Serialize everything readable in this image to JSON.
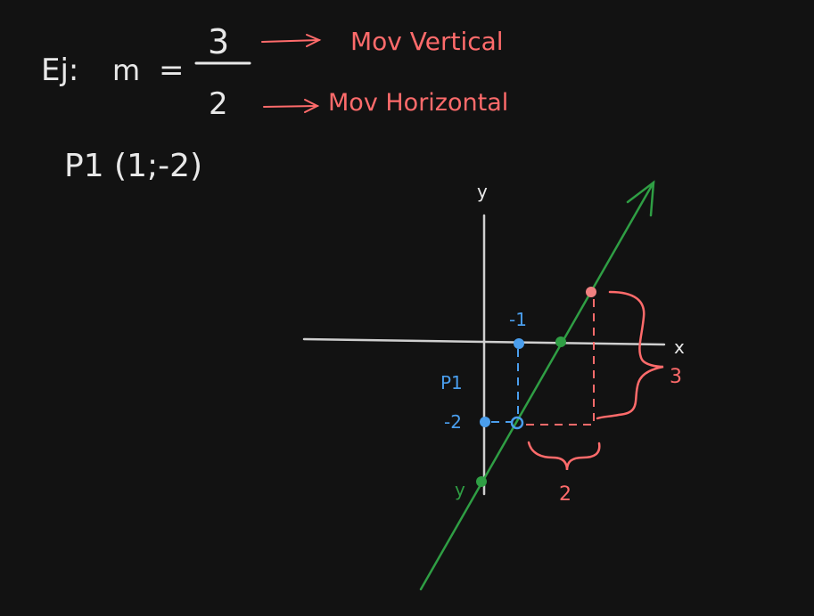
{
  "example": {
    "lead": "Ej:",
    "variable": "m",
    "equals": "=",
    "numerator": "3",
    "denominator": "2",
    "numerator_note": "Mov Vertical",
    "denominator_note": "Mov Horizontal",
    "point_text": "P1 (1;-2)"
  },
  "graph": {
    "y_axis_label": "y",
    "x_axis_label": "x",
    "label_minus1": "-1",
    "label_p1": "P1",
    "label_minus2": "-2",
    "label_intercept": "y",
    "label_rise": "3",
    "label_run": "2"
  },
  "colors": {
    "text": "#e8e8e8",
    "annotation": "#ff6b6b",
    "point": "#4a9eed",
    "line": "#2f9e44"
  }
}
